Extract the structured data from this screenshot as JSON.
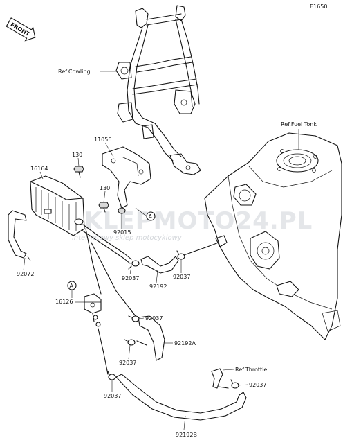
{
  "diagram_id": "E1650",
  "front_badge": "FRONT",
  "refs": {
    "cowling": "Ref.Cowling",
    "fuel_tank": "Ref.Fuel Tonk",
    "throttle": "Ref.Throttle"
  },
  "parts": {
    "p11056": "11056",
    "p130_top": "130",
    "p130_bottom": "130",
    "p16164": "16164",
    "p92015": "92015",
    "p92072": "92072",
    "p92037_a": "92037",
    "p92192": "92192",
    "p92037_b": "92037",
    "p16126": "16126",
    "p92037_c": "92037",
    "p92192A": "92192A",
    "p92037_d": "92037",
    "p92037_e": "92037",
    "p92037_f": "92037",
    "p92192B": "92192B"
  },
  "callout_a": "A",
  "watermark": {
    "brand": "SKLEPMOTO24.PL",
    "tagline": "internetowy sklep motocyklowy"
  }
}
